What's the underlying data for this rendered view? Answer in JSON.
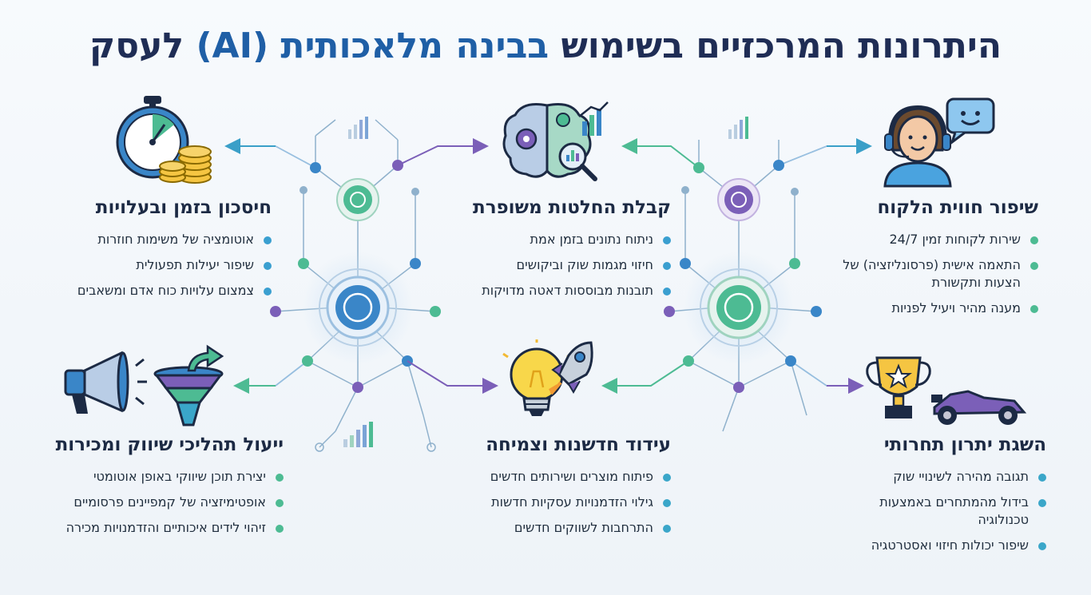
{
  "title": {
    "part1": "היתרונות המרכזיים בשימוש",
    "part2": "בבינה מלאכותית (AI)",
    "part3": "לעסק"
  },
  "colors": {
    "title_dark": "#1f2d55",
    "title_accent": "#1f5fa6",
    "green": "#4dbb93",
    "purple": "#7b5fb8",
    "blue": "#3a86c8",
    "teal": "#3aa6c9"
  },
  "sections": {
    "customer": {
      "heading": "שיפור חווית הלקוח",
      "items": [
        "שירות לקוחות זמין 24/7",
        "התאמה אישית (פרסונליזציה) של הצעות ותקשורת",
        "מענה מהיר ויעיל לפניות"
      ],
      "icon": "customer-support-agent-icon"
    },
    "decision": {
      "heading": "קבלת החלטות משופרת",
      "items": [
        "ניתוח נתונים בזמן אמת",
        "חיזוי מגמות שוק וביקושים",
        "תובנות מבוססות דאטה מדויקות"
      ],
      "icon": "brain-analytics-icon"
    },
    "cost": {
      "heading": "חיסכון בזמן ובעלויות",
      "items": [
        "אוטומציה של משימות חוזרות",
        "שיפור יעילות תפעולית",
        "צמצום עלויות כוח אדם ומשאבים"
      ],
      "icon": "stopwatch-coins-icon"
    },
    "competitive": {
      "heading": "השגת יתרון תחרותי",
      "items": [
        "תגובה מהירה לשינויי שוק",
        "בידול מהמתחרים באמצעות טכנולוגיה",
        "שיפור יכולות חיזוי ואסטרטגיה"
      ],
      "icon": "trophy-racecar-icon"
    },
    "innovation": {
      "heading": "עידוד חדשנות וצמיחה",
      "items": [
        "פיתוח מוצרים ושירותים חדשים",
        "גילוי הזדמנויות עסקיות חדשות",
        "התרחבות לשווקים חדשים"
      ],
      "icon": "lightbulb-rocket-icon"
    },
    "marketing": {
      "heading": "ייעול תהליכי שיווק ומכירות",
      "items": [
        "יצירת תוכן שיווקי באופן אוטומטי",
        "אופטימיזציה של קמפיינים פרסומיים",
        "זיהוי לידים איכותיים והזדמנויות מכירה"
      ],
      "icon": "megaphone-funnel-icon"
    }
  }
}
